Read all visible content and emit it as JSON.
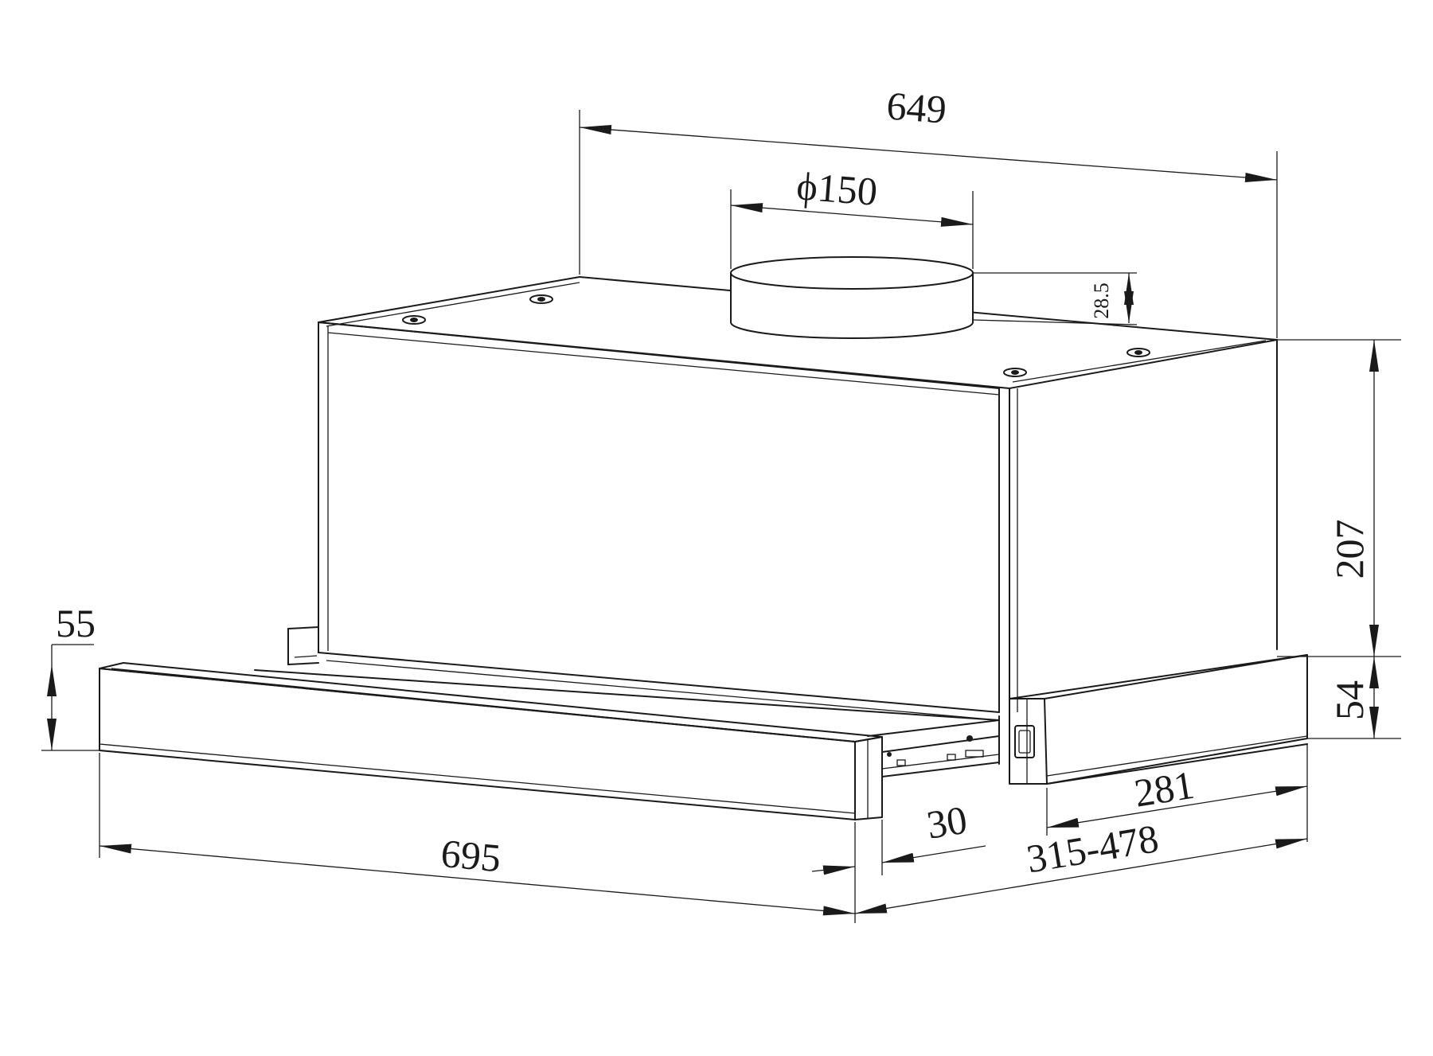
{
  "dimensions": {
    "width_top": "649",
    "duct_diameter": "ϕ150",
    "duct_height": "28.5",
    "body_height": "207",
    "panel_height_front": "55",
    "panel_height_side": "54",
    "width_front": "695",
    "panel_depth": "30",
    "depth_side": "281",
    "extension_range": "315-478"
  },
  "colors": {
    "line": "#1a1a1a",
    "background": "#ffffff"
  }
}
